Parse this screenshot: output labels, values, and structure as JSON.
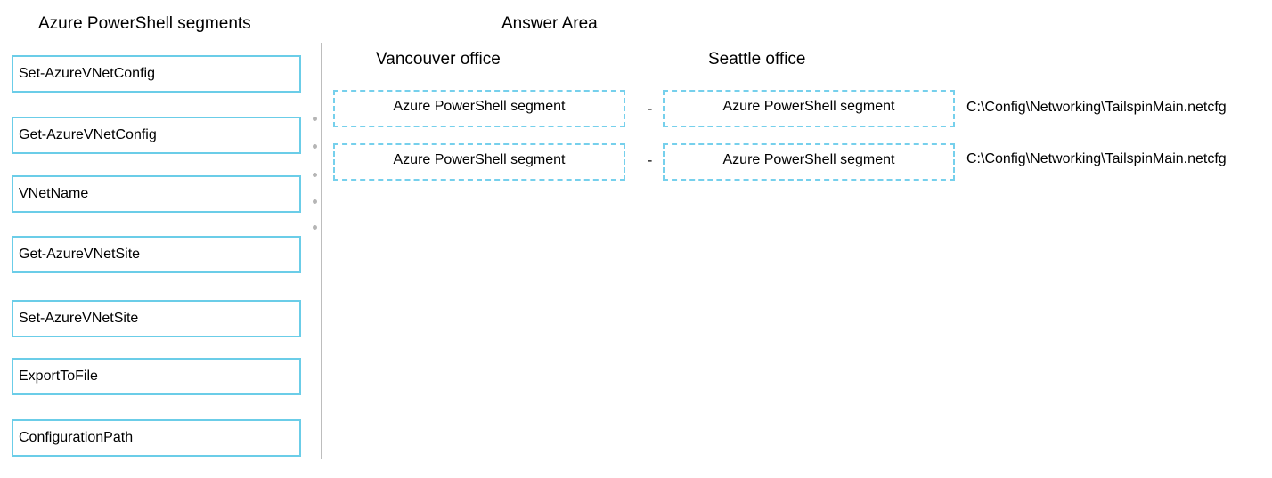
{
  "left_panel": {
    "title": "Azure PowerShell segments",
    "items": [
      {
        "label": "Set-AzureVNetConfig"
      },
      {
        "label": "Get-AzureVNetConfig"
      },
      {
        "label": "VNetName"
      },
      {
        "label": "Get-AzureVNetSite"
      },
      {
        "label": "Set-AzureVNetSite"
      },
      {
        "label": "ExportToFile"
      },
      {
        "label": "ConfigurationPath"
      }
    ]
  },
  "answer_area": {
    "title": "Answer Area",
    "vancouver_heading": "Vancouver office",
    "seattle_heading": "Seattle office",
    "rows": [
      {
        "vancouver_slot": "Azure PowerShell segment",
        "separator": "-",
        "seattle_slot": "Azure PowerShell segment",
        "path": "C:\\Config\\Networking\\TailspinMain.netcfg"
      },
      {
        "vancouver_slot": "Azure PowerShell segment",
        "separator": "-",
        "seattle_slot": "Azure PowerShell segment",
        "path": "C:\\Config\\Networking\\TailspinMain.netcfg"
      }
    ]
  },
  "colors": {
    "item_border": "#6bcde8",
    "slot_border": "#76d0ec",
    "divider": "#bdbdbd"
  }
}
